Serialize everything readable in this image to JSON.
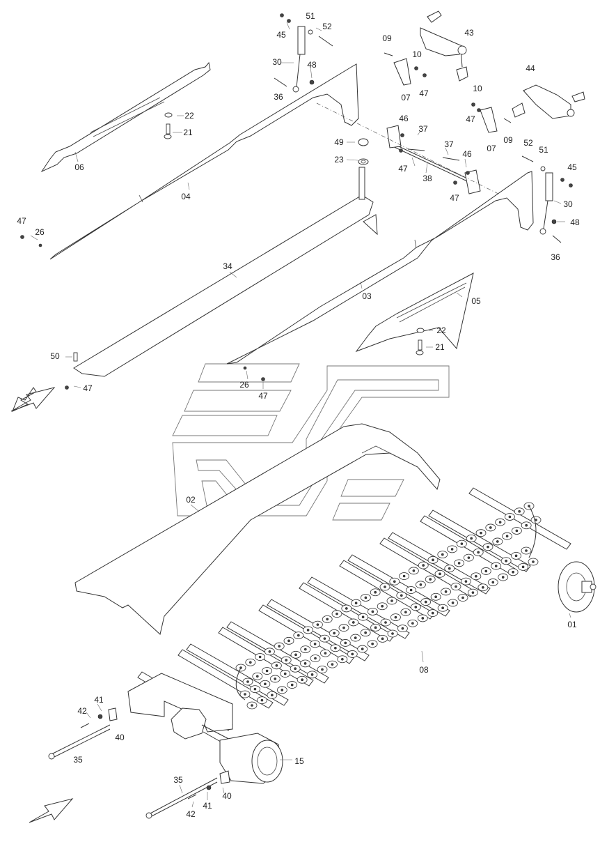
{
  "diagram": {
    "callouts": [
      {
        "id": "c45a",
        "text": "45"
      },
      {
        "id": "c51a",
        "text": "51"
      },
      {
        "id": "c52a",
        "text": "52"
      },
      {
        "id": "c30a",
        "text": "30"
      },
      {
        "id": "c48a",
        "text": "48"
      },
      {
        "id": "c36a",
        "text": "36"
      },
      {
        "id": "c09a",
        "text": "09"
      },
      {
        "id": "c10a",
        "text": "10"
      },
      {
        "id": "c47a",
        "text": "47"
      },
      {
        "id": "c07a",
        "text": "07"
      },
      {
        "id": "c43",
        "text": "43"
      },
      {
        "id": "c44",
        "text": "44"
      },
      {
        "id": "c10b",
        "text": "10"
      },
      {
        "id": "c47b",
        "text": "47"
      },
      {
        "id": "c07b",
        "text": "07"
      },
      {
        "id": "c09b",
        "text": "09"
      },
      {
        "id": "c22a",
        "text": "22"
      },
      {
        "id": "c21a",
        "text": "21"
      },
      {
        "id": "c06",
        "text": "06"
      },
      {
        "id": "c04",
        "text": "04"
      },
      {
        "id": "c46a",
        "text": "46"
      },
      {
        "id": "c37a",
        "text": "37"
      },
      {
        "id": "c49",
        "text": "49"
      },
      {
        "id": "c23",
        "text": "23"
      },
      {
        "id": "c47c",
        "text": "47"
      },
      {
        "id": "c38",
        "text": "38"
      },
      {
        "id": "c37b",
        "text": "37"
      },
      {
        "id": "c46b",
        "text": "46"
      },
      {
        "id": "c47d",
        "text": "47"
      },
      {
        "id": "c52b",
        "text": "52"
      },
      {
        "id": "c51b",
        "text": "51"
      },
      {
        "id": "c45b",
        "text": "45"
      },
      {
        "id": "c30b",
        "text": "30"
      },
      {
        "id": "c48b",
        "text": "48"
      },
      {
        "id": "c36b",
        "text": "36"
      },
      {
        "id": "c47e",
        "text": "47"
      },
      {
        "id": "c26a",
        "text": "26"
      },
      {
        "id": "c34",
        "text": "34"
      },
      {
        "id": "c03",
        "text": "03"
      },
      {
        "id": "c05",
        "text": "05"
      },
      {
        "id": "c22b",
        "text": "22"
      },
      {
        "id": "c21b",
        "text": "21"
      },
      {
        "id": "c50",
        "text": "50"
      },
      {
        "id": "c47f",
        "text": "47"
      },
      {
        "id": "c26b",
        "text": "26"
      },
      {
        "id": "c47g",
        "text": "47"
      },
      {
        "id": "c02",
        "text": "02"
      },
      {
        "id": "c01",
        "text": "01"
      },
      {
        "id": "c08",
        "text": "08"
      },
      {
        "id": "c41a",
        "text": "41"
      },
      {
        "id": "c42a",
        "text": "42"
      },
      {
        "id": "c40a",
        "text": "40"
      },
      {
        "id": "c35a",
        "text": "35"
      },
      {
        "id": "c15",
        "text": "15"
      },
      {
        "id": "c35b",
        "text": "35"
      },
      {
        "id": "c40b",
        "text": "40"
      },
      {
        "id": "c41b",
        "text": "41"
      },
      {
        "id": "c42b",
        "text": "42"
      }
    ]
  }
}
